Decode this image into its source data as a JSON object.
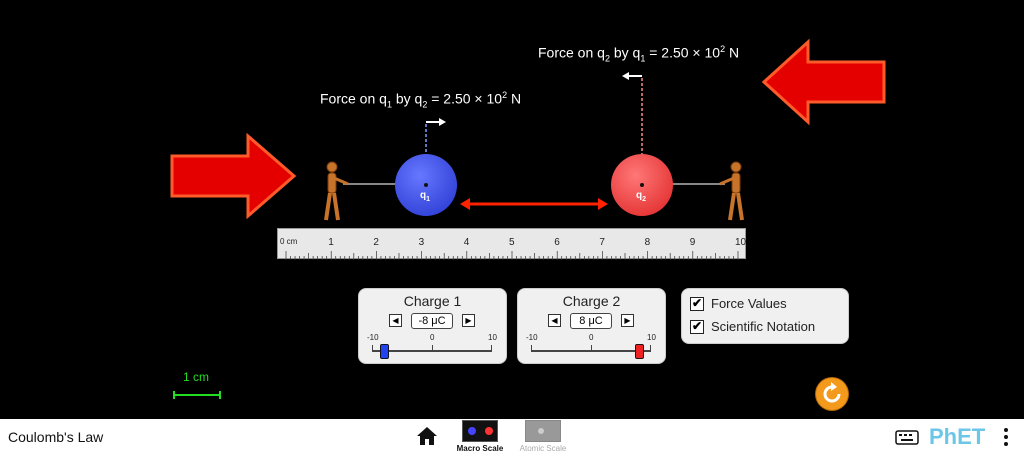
{
  "app_title": "Coulomb's Law",
  "force_labels": {
    "q1": {
      "prefix": "Force on q",
      "s1": "1",
      "mid": " by q",
      "s2": "2",
      "eq": " = 2.50 × 10",
      "exp": "2",
      "unit": " N"
    },
    "q2": {
      "prefix": "Force on q",
      "s1": "2",
      "mid": " by q",
      "s2": "1",
      "eq": " = 2.50 × 10",
      "exp": "2",
      "unit": " N"
    }
  },
  "charges": {
    "q1": {
      "label": "q",
      "sub": "1",
      "color": "#3344ee"
    },
    "q2": {
      "label": "q",
      "sub": "2",
      "color": "#ee3333"
    }
  },
  "ruler": {
    "numbers": [
      "0 cm",
      "1",
      "2",
      "3",
      "4",
      "5",
      "6",
      "7",
      "8",
      "9",
      "10"
    ]
  },
  "charge1_panel": {
    "title": "Charge 1",
    "value": "-8 μC",
    "min": "-10",
    "mid": "0",
    "max": "10",
    "level": -8
  },
  "charge2_panel": {
    "title": "Charge 2",
    "value": "8 μC",
    "min": "-10",
    "mid": "0",
    "max": "10",
    "level": 8
  },
  "checkboxes": [
    {
      "label": "Force Values",
      "checked": true
    },
    {
      "label": "Scientific Notation",
      "checked": true
    }
  ],
  "scale_indicator": "1 cm",
  "nav": {
    "macro_label": "Macro Scale",
    "atomic_label": "Atomic Scale"
  },
  "brand": "PhET",
  "colors": {
    "accent_green": "#22dd22",
    "force_red": "#ff1111",
    "reset_orange": "#f39a1d"
  }
}
